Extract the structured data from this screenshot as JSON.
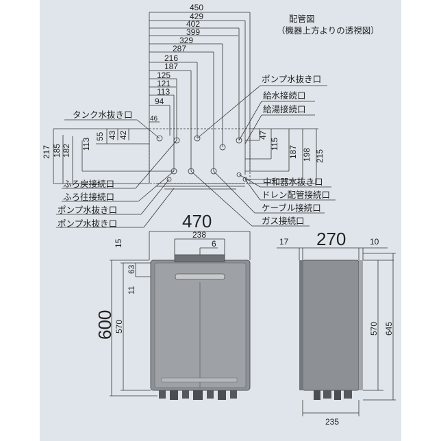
{
  "top_view": {
    "title": "配管図",
    "subtitle": "（機器上方よりの透視図）",
    "horizontal_dims": [
      "450",
      "429",
      "402",
      "399",
      "329",
      "287",
      "216",
      "187",
      "125",
      "121",
      "113",
      "94",
      "46"
    ],
    "vertical_dims_left": [
      "217",
      "185",
      "182",
      "113",
      "55",
      "43",
      "42"
    ],
    "vertical_dims_right": [
      "47",
      "115",
      "187",
      "198",
      "215"
    ],
    "labels_right": [
      "ポンプ水抜き口",
      "給水接続口",
      "給湯接続口",
      "中和器水抜き口",
      "ドレン配管接続口",
      "ケーブル接続口",
      "ガス接続口"
    ],
    "labels_left": [
      "タンク水抜き口",
      "ふろ戻接続口",
      "ふろ往接続口",
      "ポンプ水抜き口",
      "ポンプ水抜き口"
    ]
  },
  "front_view": {
    "width_total": "470",
    "width_inner": "238",
    "offset": "6",
    "height_total": "600",
    "height_body": "570",
    "top_gap": "15",
    "dim_63": "63",
    "dim_11": "11"
  },
  "side_view": {
    "depth": "270",
    "left_offset": "17",
    "right_offset": "10",
    "height_body": "570",
    "height_total": "645",
    "bottom_dim": "235"
  }
}
